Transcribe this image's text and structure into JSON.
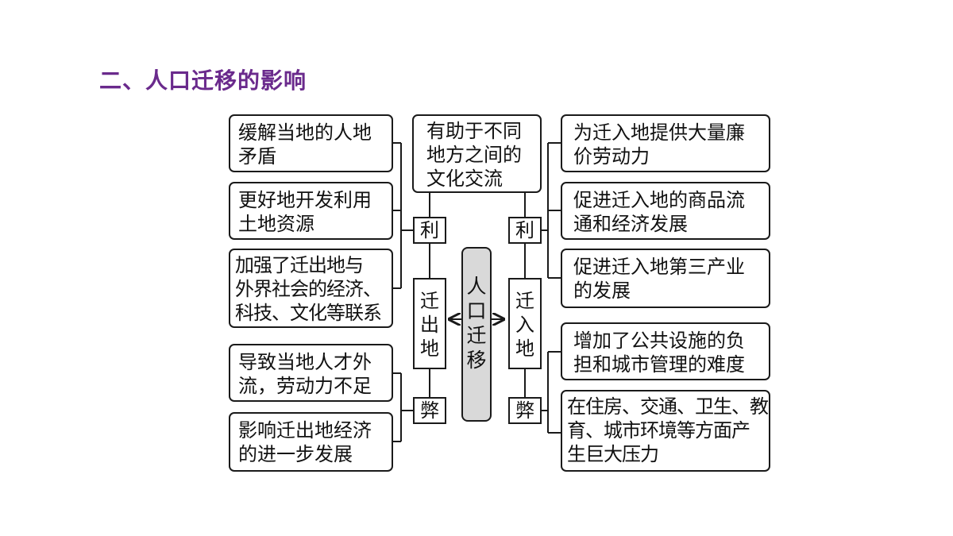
{
  "title": "二、人口迁移的影响",
  "center": {
    "chars": [
      "人",
      "口",
      "迁",
      "移"
    ]
  },
  "out": {
    "label_chars": [
      "迁",
      "出",
      "地"
    ],
    "benefit_label": "利",
    "harm_label": "弊",
    "top_box": [
      "有助于不同",
      "地方之间的",
      "文化交流"
    ],
    "benefits": [
      [
        "缓解当地的人地",
        "矛盾"
      ],
      [
        "更好地开发利用",
        "土地资源"
      ],
      [
        "加强了迁出地与",
        "外界社会的经济、",
        "科技、文化等联系"
      ]
    ],
    "harms": [
      [
        "导致当地人才外",
        "流，劳动力不足"
      ],
      [
        "影响迁出地经济",
        "的进一步发展"
      ]
    ]
  },
  "in": {
    "label_chars": [
      "迁",
      "入",
      "地"
    ],
    "benefit_label": "利",
    "harm_label": "弊",
    "benefits": [
      [
        "为迁入地提供大量廉",
        "价劳动力"
      ],
      [
        "促进迁入地的商品流",
        "通和经济发展"
      ],
      [
        "促进迁入地第三产业",
        "的发展"
      ]
    ],
    "harms": [
      [
        "增加了公共设施的负",
        "担和城市管理的难度"
      ],
      [
        "在住房、交通、卫生、教",
        "育、城市环境等方面产",
        "生巨大压力"
      ]
    ]
  }
}
